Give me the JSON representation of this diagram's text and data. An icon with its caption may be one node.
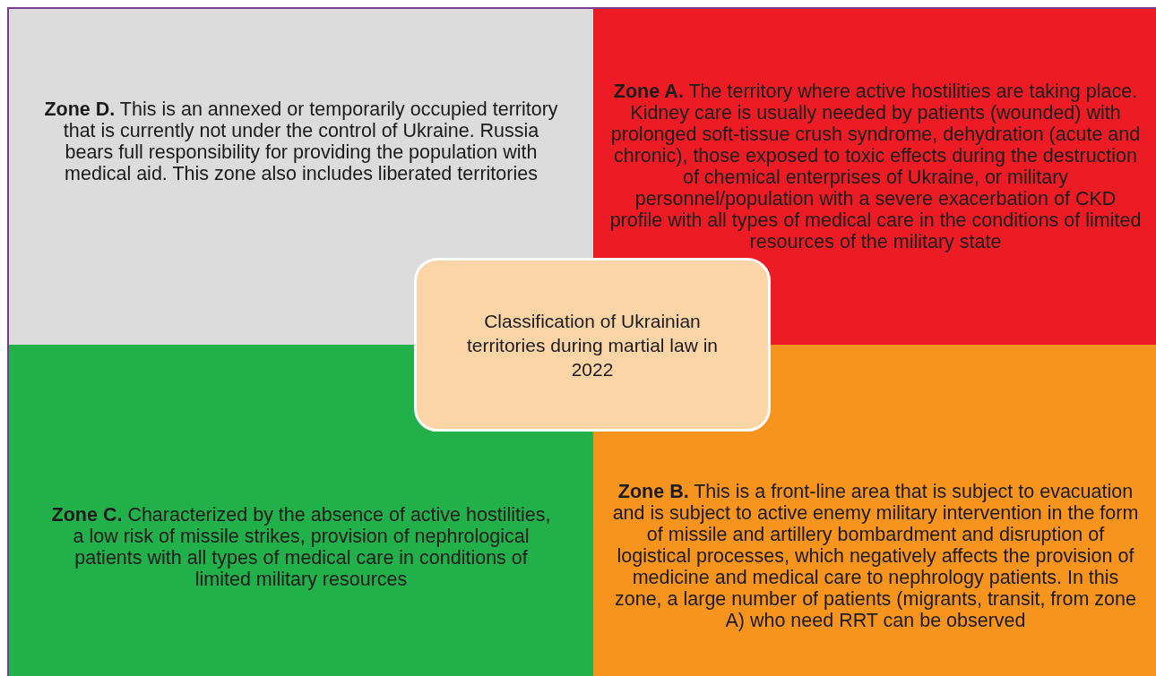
{
  "diagram": {
    "nodes": [
      {
        "text": [
          "**Zone D.** This is an annexed or temporarily occupied territory that is currently not under the control of Ukraine. Russia bears full responsibility for providing the population with medical aid. This zone also includes liberated territories"
        ]
      },
      {
        "text": [
          "**Zone A.** The territory where active hostilities are taking place. Kidney care is usually needed by patients (wounded) with prolonged soft-tissue crush syndrome, dehydration (acute and chronic), those exposed to toxic effects during the destruction of chemical enterprises of Ukraine, or military personnel/population with a severe exacerbation of CKD profile with all types of medical care in the conditions of limited resources of the military state"
        ]
      },
      {
        "text": [
          "**Zone C.** Characterized by the absence of active hostilities, a low risk of missile strikes, provision of nephrological patients with all types of medical care in conditions of limited military resources"
        ]
      },
      {
        "text": [
          "**Zone B.** This is a front-line area that is subject to evacuation and is subject to active enemy military intervention in the form of missile and artillery bombardment and disruption of logistical processes, which negatively affects the provision of medicine and medical care to nephrology patients. In this zone, a large number of patients (migrants, transit, from zone A) who need RRT can be observed"
        ]
      },
      {
        "text": [
          "Classification of Ukrainian territories during martial law in 2022"
        ]
      }
    ],
    "edges": []
  }
}
